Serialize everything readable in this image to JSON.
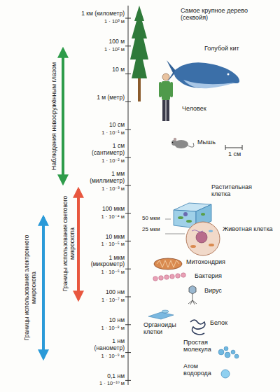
{
  "diagram": {
    "labels": [
      "1 км (километр)",
      "1 · 10³ м",
      "100 м",
      "1 · 10² м",
      "10 м",
      "1 м (метр)",
      "10 см",
      "1 · 10⁻¹ м",
      "1 см (сантиметр)",
      "1 · 10⁻² м",
      "1 мм (миллиметр)",
      "1 · 10⁻³ м",
      "100 мкм",
      "1 · 10⁻⁴ м",
      "10 мкм",
      "1 · 10⁻⁵ м",
      "1 мкм (микрометр)",
      "1 · 10⁻⁶ м",
      "100 нм",
      "1 · 10⁻⁷ м",
      "10 нм",
      "1 · 10⁻⁸ м",
      "1 нм (нанометр)",
      "1 · 10⁻⁹ м",
      "0,1 нм",
      "1 · 10⁻¹⁰ м",
      "Наблюдения невооружённым глазом",
      "Границы использования светового микроскопа",
      "Границы использования электронного микроскопа",
      "Самое крупное дерево (секвойя)",
      "Голубой кит",
      "Человек",
      "Мышь",
      "1 см",
      "Растительная клетка",
      "50 мкм",
      "25 мкм",
      "Животная клетка",
      "Митохондрия",
      "Бактерия",
      "Вирус",
      "Органоиды клетки",
      "Белок",
      "Простая молекула",
      "Атом водорода"
    ]
  }
}
